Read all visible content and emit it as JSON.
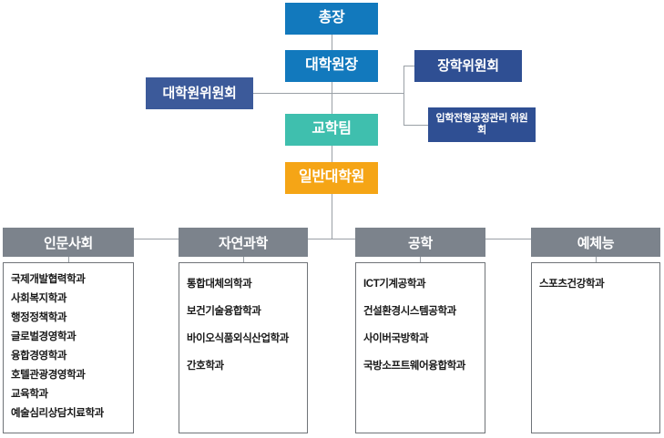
{
  "org_chart": {
    "type": "organization-chart",
    "top_chain": [
      {
        "id": "president",
        "label": "총장",
        "color": "#1279bd"
      },
      {
        "id": "dean",
        "label": "대학원장",
        "color": "#1279bd"
      },
      {
        "id": "affairs",
        "label": "교학팀",
        "color": "#3fbfae"
      },
      {
        "id": "gradschool",
        "label": "일반대학원",
        "color": "#f5a516"
      }
    ],
    "side_nodes": [
      {
        "id": "grad-committee",
        "label": "대학원위원회",
        "color": "#3c5a9a",
        "side": "left"
      },
      {
        "id": "scholarship",
        "label": "장학위원회",
        "color": "#2f4f93",
        "side": "right"
      },
      {
        "id": "admission",
        "label": "입학전형공정관리 위원회",
        "color": "#2f4f93",
        "side": "right"
      }
    ],
    "columns": [
      {
        "header": "인문사회",
        "departments": [
          "국제개발협력학과",
          "사회복지학과",
          "행정정책학과",
          "글로벌경영학과",
          "융합경영학과",
          "호텔관광경영학과",
          "교육학과",
          "예술심리상담치료학과"
        ]
      },
      {
        "header": "자연과학",
        "departments": [
          "통합대체의학과",
          "보건기술융합학과",
          "바이오식품외식산업학과",
          "간호학과"
        ]
      },
      {
        "header": "공학",
        "departments": [
          "ICT기계공학과",
          "건설환경시스템공학과",
          "사이버국방학과",
          "국방소프트웨어융합학과"
        ]
      },
      {
        "header": "예체능",
        "departments": [
          "스포츠건강학과"
        ]
      }
    ],
    "colors": {
      "blue": "#1279bd",
      "navy": "#2f4f93",
      "navy_left": "#3c5a9a",
      "teal": "#3fbfae",
      "orange": "#f5a516",
      "gray_header": "#7c838c",
      "connector": "#9aa0a6"
    }
  }
}
